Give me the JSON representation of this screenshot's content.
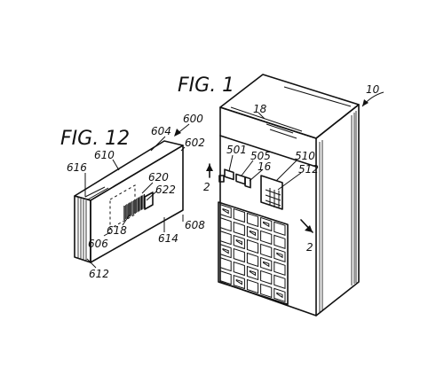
{
  "figures": {
    "fig1_title": "FIG. 1",
    "fig12_title": "FIG. 12"
  },
  "refs": {
    "r10": "10",
    "r18": "18",
    "r501": "501",
    "r505": "505",
    "r16": "16",
    "r510": "510",
    "r512": "512",
    "r2_left": "2",
    "r2_right": "2",
    "r600": "600",
    "r604": "604",
    "r602": "602",
    "r610": "610",
    "r616": "616",
    "r620": "620",
    "r622": "622",
    "r618": "618",
    "r606": "606",
    "r608": "608",
    "r614": "614",
    "r612": "612"
  }
}
